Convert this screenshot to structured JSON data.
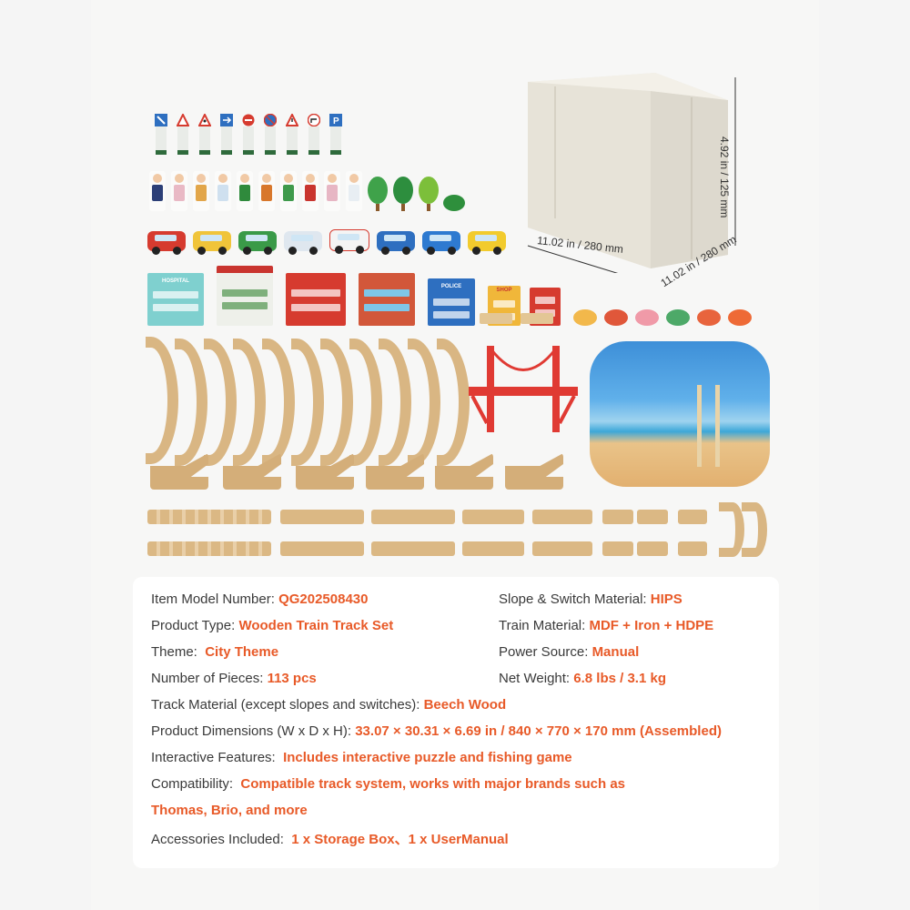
{
  "box": {
    "height_label": "4.92 in / 125 mm",
    "width_label": "11.02 in / 280 mm",
    "depth_label": "11.02 in / 280 mm"
  },
  "signs": [
    {
      "icon": "arrow-down-left-icon",
      "color": "#2e6fc0"
    },
    {
      "icon": "warning-triangle-icon",
      "color": "#d63b2f"
    },
    {
      "icon": "pedestrian-warning-icon",
      "color": "#d63b2f"
    },
    {
      "icon": "arrow-right-icon",
      "color": "#2e6fc0"
    },
    {
      "icon": "stop-icon",
      "color": "#d63b2f"
    },
    {
      "icon": "no-parking-icon",
      "color": "#2e6fc0"
    },
    {
      "icon": "warning-triangle-icon",
      "color": "#d63b2f"
    },
    {
      "icon": "turn-arrow-icon",
      "color": "#d63b2f"
    },
    {
      "icon": "parking-icon",
      "color": "#2e6fc0"
    }
  ],
  "specs": {
    "model": {
      "label": "Item Model Number:",
      "value": "QG202508430"
    },
    "slope_material": {
      "label": "Slope & Switch Material:",
      "value": "HIPS"
    },
    "product_type": {
      "label": "Product Type:",
      "value": "Wooden Train Track Set"
    },
    "train_material": {
      "label": "Train Material:",
      "value": "MDF + Iron + HDPE"
    },
    "theme": {
      "label": "Theme:",
      "value": "City Theme"
    },
    "power": {
      "label": "Power Source:",
      "value": "Manual"
    },
    "pieces": {
      "label": "Number of Pieces:",
      "value": "113 pcs"
    },
    "weight": {
      "label": "Net Weight:",
      "value": "6.8 lbs / 3.1 kg"
    },
    "track_material": {
      "label": "Track Material (except slopes and switches):",
      "value": "Beech Wood"
    },
    "dimensions": {
      "label": "Product Dimensions (W x D x H):",
      "value": "33.07 × 30.31 × 6.69 in /  840 × 770 × 170 mm (Assembled)"
    },
    "interactive": {
      "label": "Interactive Features:",
      "value": "Includes interactive puzzle and fishing game"
    },
    "compatibility": {
      "label": "Compatibility:",
      "value": "Compatible track system, works with major brands such as",
      "value2": "Thomas, Brio, and more"
    },
    "accessories": {
      "label": "Accessories Included:",
      "value": "1 x Storage Box、1 x UserManual"
    }
  },
  "building_signs": {
    "hospital": "HOSPITAL",
    "police": "POLICE",
    "shop": "SHOP"
  },
  "colors": {
    "accent": "#e85a28",
    "wood": "#dbb884",
    "bridge": "#e03a33",
    "box": "#ebe8df"
  }
}
